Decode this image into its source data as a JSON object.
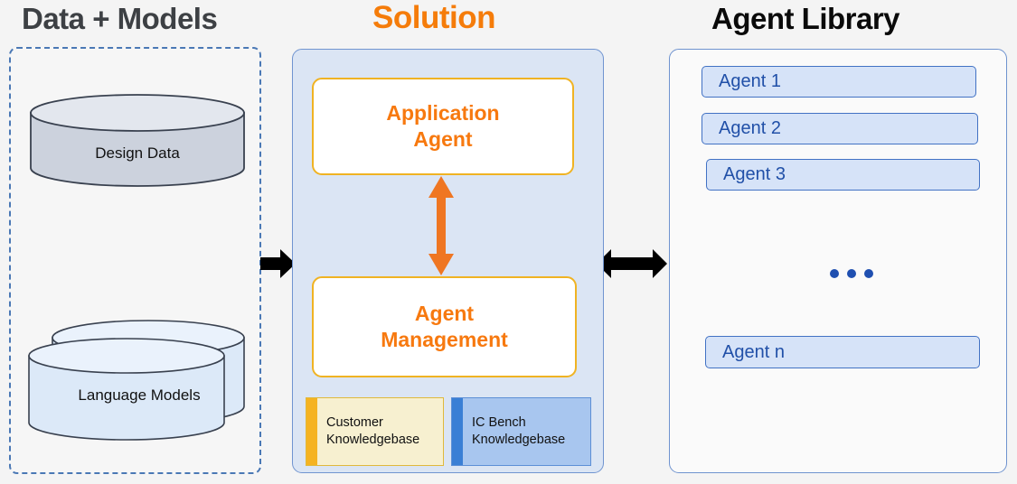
{
  "columns": {
    "data_models": "Data + Models",
    "solution": "Solution",
    "agent_library": "Agent Library"
  },
  "data_sources": [
    {
      "label": "Design  Data",
      "shape": "cylinder",
      "fill": "#ccd2dd",
      "stroke": "#39414f"
    },
    {
      "label": "Language Models",
      "shape": "stacked-cylinder",
      "fill": "#dce9f8",
      "stroke": "#39414f"
    }
  ],
  "solution": {
    "application_agent": {
      "line1": "Application",
      "line2": "Agent"
    },
    "agent_management": {
      "line1": "Agent",
      "line2": "Management"
    },
    "knowledgebases": [
      {
        "line1": "Customer",
        "line2": "Knowledgebase",
        "fill": "#f7f0d0",
        "bar": "#f5b322"
      },
      {
        "line1": "IC Bench",
        "line2": "Knowledgebase",
        "fill": "#a8c6ef",
        "bar": "#3a7fd5"
      }
    ],
    "internal_arrow": "double-headed-vertical-arrow"
  },
  "agent_library": {
    "agents": [
      {
        "label": "Agent 1"
      },
      {
        "label": "Agent 2"
      },
      {
        "label": "Agent 3"
      },
      {
        "label": "Agent n"
      }
    ],
    "ellipsis": "three-dots"
  },
  "connectors": [
    {
      "name": "data-to-solution",
      "type": "single-headed-right-arrow",
      "color": "#000000"
    },
    {
      "name": "solution-to-library",
      "type": "double-headed-horizontal-arrow",
      "color": "#000000"
    }
  ],
  "colors": {
    "accent_orange": "#f7790f",
    "accent_gold": "#f0b323",
    "accent_blue": "#2150a8",
    "panel_blue": "#dbe5f4",
    "dashed_border": "#4a78b5"
  }
}
